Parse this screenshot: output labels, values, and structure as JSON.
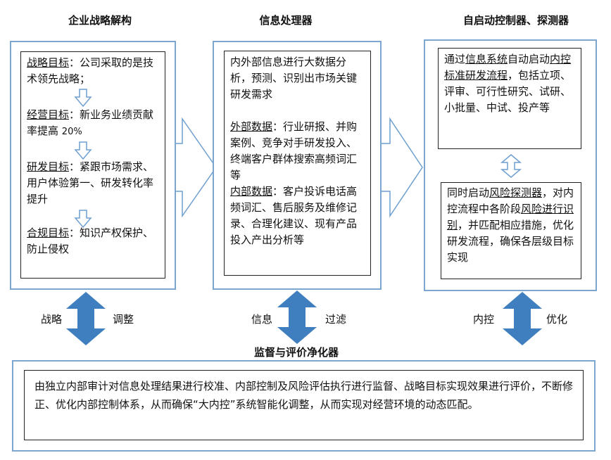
{
  "columns": [
    {
      "title": "企业战略解构",
      "items": [
        {
          "label": "战略目标",
          "sep": "：",
          "text": "公司采取的是技术领先战略；"
        },
        {
          "label": "经营目标",
          "sep": "：",
          "text": "新业务业绩贡献率提高",
          "pct": "20%"
        },
        {
          "label": "研发目标",
          "sep": "：",
          "text": "紧跟市场需求、用户体验第一、研发转化率提升"
        },
        {
          "label": "合规目标",
          "sep": "：",
          "text": "知识产权保护、防止侵权"
        }
      ]
    },
    {
      "title": "信息处理器",
      "intro": "内外部信息进行大数据分析，预测、识别出市场关键研发需求",
      "external": {
        "label": "外部数据",
        "sep": "：",
        "text": "行业研报、并购案例、竞争对手研发投入、终端客户群体搜索高频词汇等"
      },
      "internal": {
        "label": "内部数据",
        "sep": "：",
        "text": "客户投诉电话高频词汇、售后服务及维修记录、合理化建议、现有产品投入产出分析等"
      }
    },
    {
      "title": "自启动控制器、探测器",
      "box1": {
        "p1": "通过",
        "u1": "信息系统",
        "p2": "自动启动",
        "u2": "内控标准研发流程",
        "p3": "，包括立项、评审、可行性研究、试研、小批量、中试、投产等"
      },
      "box2": {
        "p1": "同时启动",
        "u1": "风险探测器",
        "p2": "，对内控流程中各阶段",
        "u2": "风险进行识别",
        "p3": "，并匹配相应措施，优化研发流程，确保各层级目标实现"
      }
    }
  ],
  "arrows": [
    {
      "left": "战略",
      "right": "调整"
    },
    {
      "left": "信息",
      "right": "过滤"
    },
    {
      "left": "内控",
      "right": "优化"
    }
  ],
  "bottom": {
    "title": "监督与评价净化器",
    "text": "由独立内部审计对信息处理结果进行校准、内部控制及风险评估执行进行监督、战略目标实现效果进行评价，不断修正、优化内部控制体系，从而确保“大内控”系统智能化调整，从而实现对经营环境的动态匹配。"
  },
  "colors": {
    "frame": "#7aa6cf",
    "arrow": "#3f7fbf",
    "hollow": "#6f9fd0"
  }
}
